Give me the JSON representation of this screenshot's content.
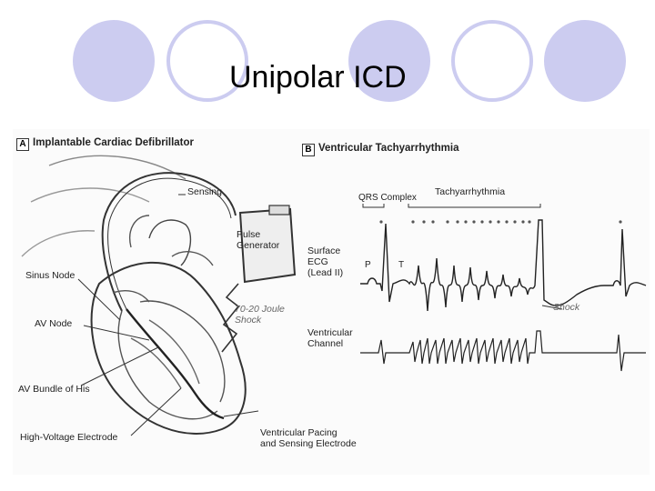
{
  "slide": {
    "title": "Unipolar ICD"
  },
  "colors": {
    "decoration": "#ccccf0",
    "ink": "#222222"
  },
  "panel_a": {
    "tag": "A",
    "title": "Implantable Cardiac Defibrillator",
    "labels": {
      "sensing": "Sensing",
      "pulse_generator": "Pulse\nGenerator",
      "shock": "70-20 Joule\nShock",
      "sinus_node": "Sinus Node",
      "av_node": "AV Node",
      "av_bundle": "AV Bundle of His",
      "hv_electrode": "High-Voltage Electrode",
      "pacing_electrode": "Ventricular Pacing\nand Sensing Electrode"
    }
  },
  "panel_b": {
    "tag": "B",
    "title": "Ventricular Tachyarrhythmia",
    "labels": {
      "qrs_complex": "QRS Complex",
      "tachyarrhythmia": "Tachyarrhythmia",
      "surface_ecg": "Surface\nECG\n(Lead II)",
      "p_wave": "P",
      "t_wave": "T",
      "shock": "Shock",
      "ventricular_channel": "Ventricular\nChannel"
    }
  }
}
